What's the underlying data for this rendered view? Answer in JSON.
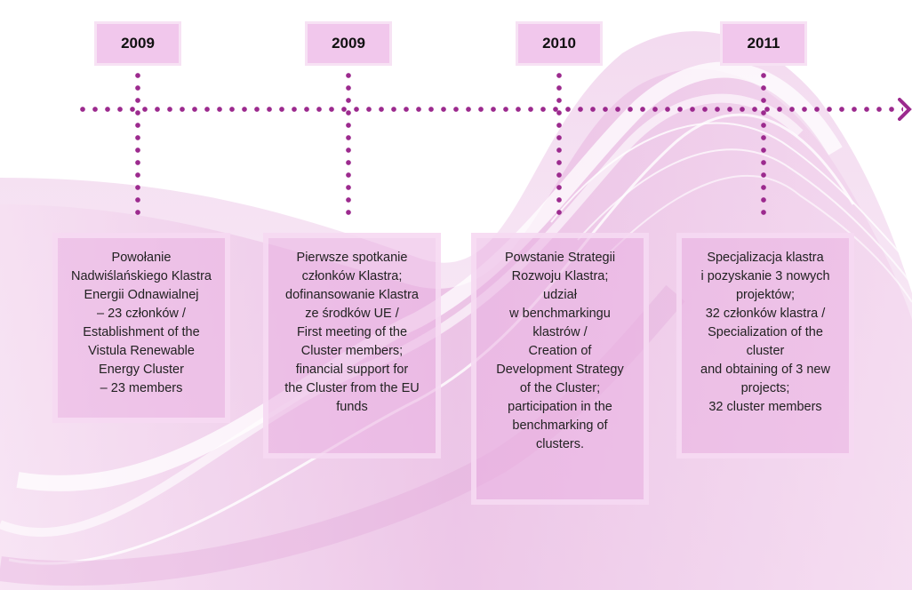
{
  "milestones": [
    {
      "year": "2009",
      "text": "Powołanie\nNadwiślańskiego Klastra\nEnergii Odnawialnej\n– 23 członków /\nEstablishment of the\nVistula Renewable\nEnergy Cluster\n– 23 members"
    },
    {
      "year": "2009",
      "text": "Pierwsze spotkanie\nczłonków Klastra;\ndofinansowanie Klastra\nze środków UE /\nFirst meeting of the\nCluster members;\nfinancial support for\nthe Cluster from the EU\nfunds"
    },
    {
      "year": "2010",
      "text": "Powstanie Strategii\nRozwoju Klastra;\nudział\nw benchmarkingu\nklastrów /\nCreation of\nDevelopment Strategy\nof the Cluster;\nparticipation in the\nbenchmarking of\nclusters."
    },
    {
      "year": "2011",
      "text": "Specjalizacja klastra\ni pozyskanie 3 nowych\nprojektów;\n32 członków klastra /\nSpecialization of the\ncluster\nand obtaining of 3 new\nprojects;\n32 cluster members"
    }
  ]
}
